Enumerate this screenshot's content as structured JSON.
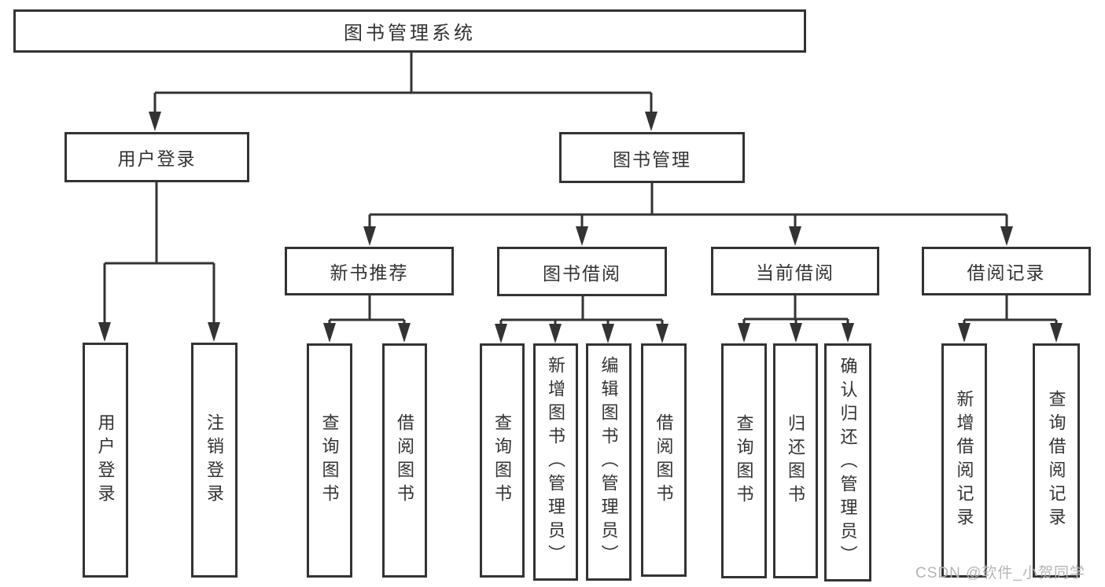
{
  "tree": {
    "root": "图书管理系统",
    "user_login": {
      "label": "用户登录",
      "leaves": [
        "用户登录",
        "注销登录"
      ]
    },
    "book_mgmt": {
      "label": "图书管理"
    },
    "new_book": {
      "label": "新书推荐",
      "leaves": [
        "查询图书",
        "借阅图书"
      ]
    },
    "borrow": {
      "label": "图书借阅",
      "leaves": [
        "查询图书",
        "新增图书（管理员）",
        "编辑图书（管理员）",
        "借阅图书"
      ]
    },
    "current": {
      "label": "当前借阅",
      "leaves": [
        "查询图书",
        "归还图书",
        "确认归还（管理员）"
      ]
    },
    "records": {
      "label": "借阅记录",
      "leaves": [
        "新增借阅记录",
        "查询借阅记录"
      ]
    }
  },
  "watermark": {
    "text": "CSDN @软件_小贺同学"
  },
  "colors": {
    "line": "#333333",
    "text": "#333333",
    "watermark": "#b5b5b5",
    "background": "#ffffff"
  }
}
